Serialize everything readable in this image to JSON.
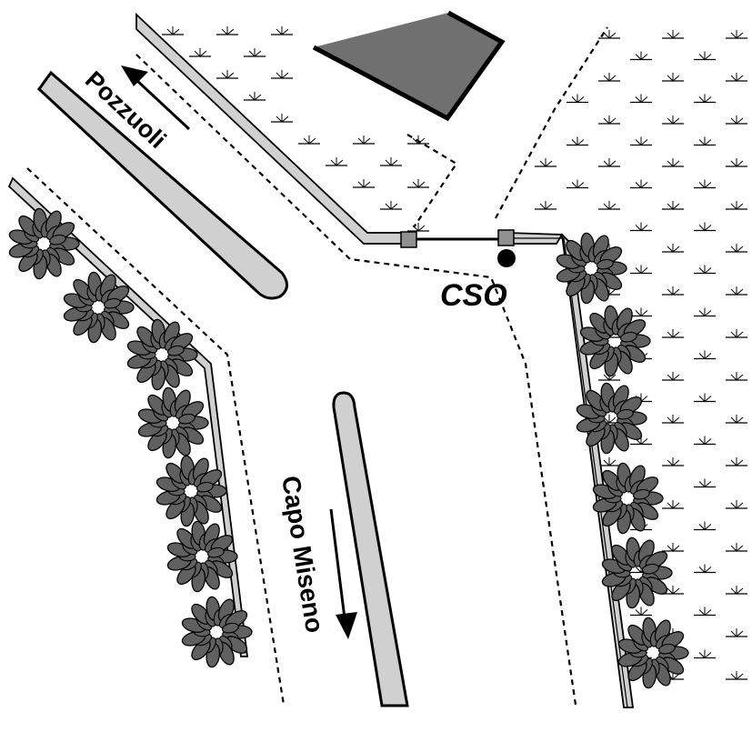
{
  "labels": {
    "pozzuoli": "Pozzuoli",
    "capo_miseno": "Capo Miseno",
    "cso": "CSO"
  },
  "colors": {
    "background": "#ffffff",
    "ink": "#000000",
    "road_fill": "#d0d0d0",
    "building_fill": "#707070",
    "bush_fill": "#606060",
    "node_fill": "#909090",
    "marsh_mark": "#000000"
  },
  "icons": {
    "direction": "arrow-icon",
    "marsh": "marsh-grass-symbol",
    "vegetation": "shrub-cluster-symbol",
    "outfall": "cso-outfall-marker"
  }
}
